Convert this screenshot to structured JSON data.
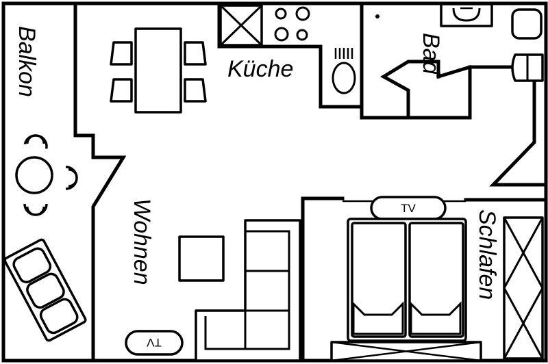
{
  "rooms": {
    "balcony": "Balkon",
    "kitchen": "Küche",
    "bathroom": "Bad",
    "living": "Wohnen",
    "bedroom": "Schlafen"
  },
  "tv_labels": {
    "bedroom_tv": "TV",
    "living_tv": "TV"
  }
}
